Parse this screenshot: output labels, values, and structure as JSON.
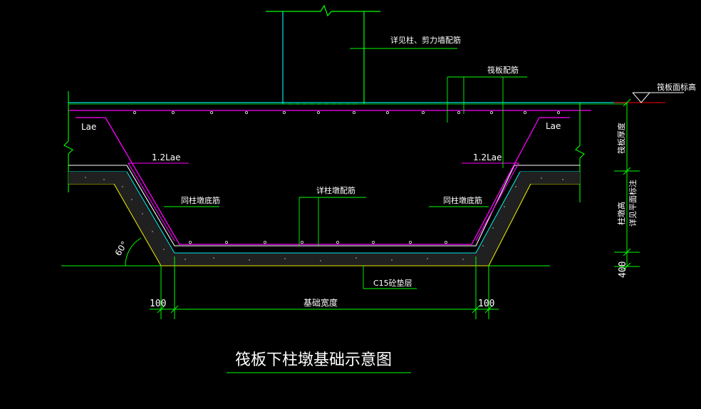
{
  "title": "筏板下柱墩基础示意图",
  "labels": {
    "column_wall_rebar": "详见柱、剪力墙配筋",
    "raft_rebar": "筏板配筋",
    "raft_top_elevation": "筏板面标高",
    "raft_thickness": "筏板厚度",
    "pier_height": "柱墩高",
    "pier_height_note": "详见平面标注",
    "lae_left": "Lae",
    "lae_right": "Lae",
    "lae12_left": "1.2Lae",
    "lae12_right": "1.2Lae",
    "same_bottom_left": "同柱墩底筋",
    "pier_rebar": "详柱墩配筋",
    "same_bottom_right": "同柱墩底筋",
    "angle": "60°",
    "c15_layer": "C15砼垫层",
    "dim_400": "400",
    "dim_100_left": "100",
    "foundation_width": "基础宽度",
    "dim_100_right": "100"
  },
  "colors": {
    "background": "#000000",
    "green": "#00ff00",
    "cyan": "#00e6e6",
    "magenta": "#ff00ff",
    "white": "#ffffff",
    "yellow": "#e6e600",
    "red": "#ff0000"
  }
}
